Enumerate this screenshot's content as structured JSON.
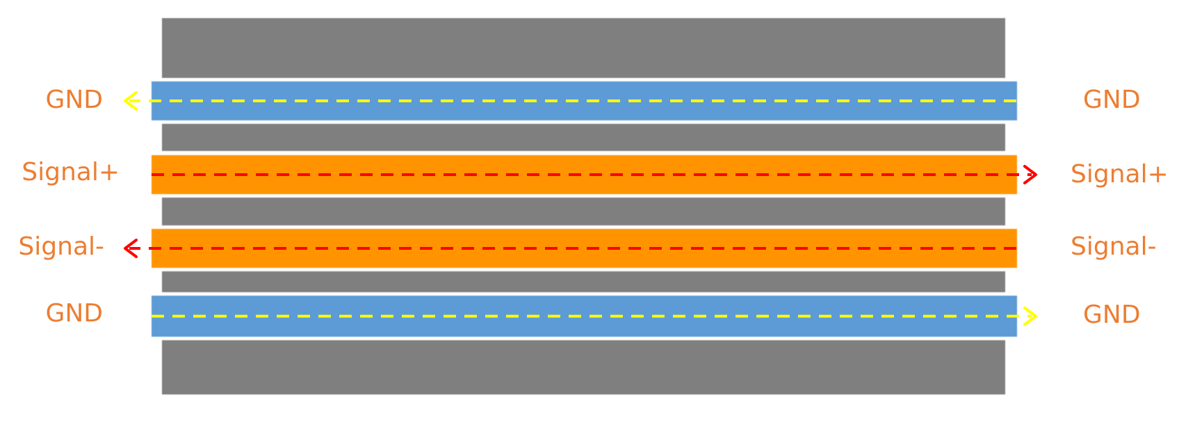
{
  "colors": {
    "dielectric": "#7f7f7f",
    "ground": "#5b9bd5",
    "signal": "#ff9400",
    "ground_flow": "#ffff00",
    "signal_flow": "#ff0000",
    "label": "#ed7d31"
  },
  "layers": [
    {
      "kind": "dielectric"
    },
    {
      "kind": "ground",
      "flow": "left"
    },
    {
      "kind": "dielectric"
    },
    {
      "kind": "signal",
      "flow": "right"
    },
    {
      "kind": "dielectric"
    },
    {
      "kind": "signal",
      "flow": "left"
    },
    {
      "kind": "dielectric"
    },
    {
      "kind": "ground",
      "flow": "right"
    },
    {
      "kind": "dielectric"
    }
  ],
  "labels": {
    "gnd_top_left": "GND",
    "gnd_top_right": "GND",
    "signal_plus_left": "Signal+",
    "signal_plus_right": "Signal+",
    "signal_minus_left": "Signal-",
    "signal_minus_right": "Signal-",
    "gnd_bottom_left": "GND",
    "gnd_bottom_right": "GND"
  }
}
